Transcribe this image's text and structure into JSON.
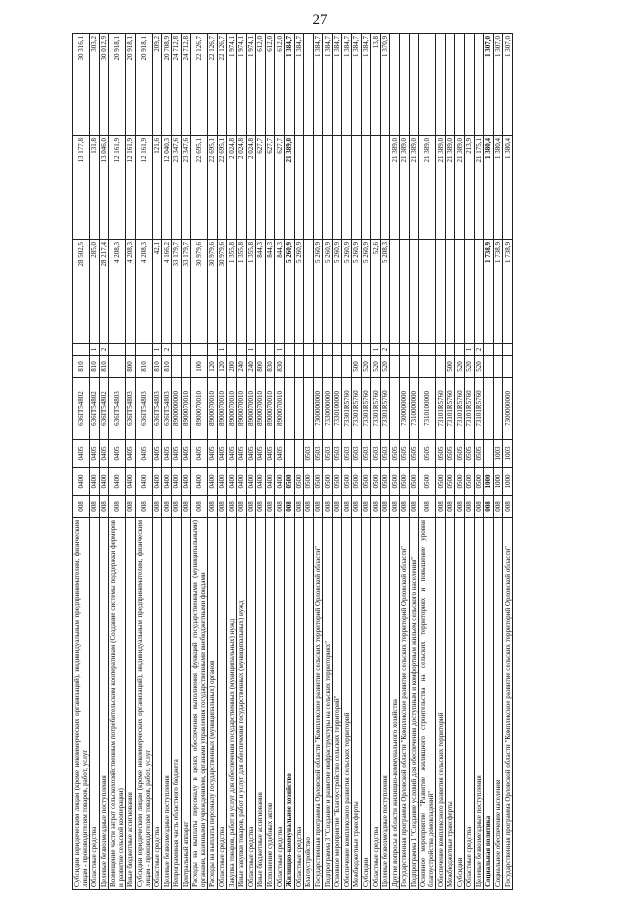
{
  "page_number": "27",
  "rows": [
    {
      "name": "Субсидии юридическим лицам (кроме некоммерческих организаций), индивидуальным предпринимателям, физическим лицам - производителям товаров, работ, услуг",
      "ved": "008",
      "rz": "0400",
      "pr": "0405",
      "csr": "636IТ54802",
      "vr": "810",
      "kosgu": "",
      "v1": "28 502,5",
      "v2": "13 177,8",
      "v3": "30 316,1",
      "bold": false
    },
    {
      "name": "Областные средства",
      "ved": "008",
      "rz": "0400",
      "pr": "0405",
      "csr": "636IТ54802",
      "vr": "810",
      "kosgu": "1",
      "v1": "285,0",
      "v2": "131,8",
      "v3": "303,2",
      "bold": false
    },
    {
      "name": "Целевые безвозмездные поступления",
      "ved": "008",
      "rz": "0400",
      "pr": "0405",
      "csr": "636IТ54802",
      "vr": "810",
      "kosgu": "2",
      "v1": "28 217,4",
      "v2": "13 046,0",
      "v3": "30 012,9",
      "bold": false
    },
    {
      "name": "Возмещение части затрат сельскохозяйственным потребительским кооперативам (Создание системы поддержки фермеров и развитие сельской кооперации)",
      "ved": "008",
      "rz": "0400",
      "pr": "0405",
      "csr": "636IТ54803",
      "vr": "",
      "kosgu": "",
      "v1": "4 208,3",
      "v2": "12 161,9",
      "v3": "20 918,1",
      "bold": false
    },
    {
      "name": "Иные бюджетные ассигнования",
      "ved": "008",
      "rz": "0400",
      "pr": "0405",
      "csr": "636IТ54803",
      "vr": "800",
      "kosgu": "",
      "v1": "4 208,3",
      "v2": "12 161,9",
      "v3": "20 918,1",
      "bold": false
    },
    {
      "name": "Субсидии юридическим лицам (кроме некоммерческих организаций), индивидуальным предпринимателям, физическим лицам - производителям товаров, работ, услуг",
      "ved": "008",
      "rz": "0400",
      "pr": "0405",
      "csr": "636IТ54803",
      "vr": "810",
      "kosgu": "",
      "v1": "4 208,3",
      "v2": "12 161,9",
      "v3": "20 918,1",
      "bold": false
    },
    {
      "name": "Областные средства",
      "ved": "008",
      "rz": "0400",
      "pr": "0405",
      "csr": "636IТ54803",
      "vr": "810",
      "kosgu": "1",
      "v1": "42,1",
      "v2": "121,6",
      "v3": "209,2",
      "bold": false
    },
    {
      "name": "Целевые безвозмездные поступления",
      "ved": "008",
      "rz": "0400",
      "pr": "0405",
      "csr": "636IТ54803",
      "vr": "810",
      "kosgu": "2",
      "v1": "4 166,2",
      "v2": "12 040,3",
      "v3": "20 708,9",
      "bold": false
    },
    {
      "name": "Непрограммная часть областного бюджета",
      "ved": "008",
      "rz": "0400",
      "pr": "0405",
      "csr": "8900000000",
      "vr": "",
      "kosgu": "",
      "v1": "33 179,7",
      "v2": "23 347,6",
      "v3": "24 712,8",
      "bold": false
    },
    {
      "name": "Центральный аппарат",
      "ved": "008",
      "rz": "0400",
      "pr": "0405",
      "csr": "8900070010",
      "vr": "",
      "kosgu": "",
      "v1": "33 179,7",
      "v2": "23 347,6",
      "v3": "24 712,8",
      "bold": false
    },
    {
      "name": "Расходы на выплаты персоналу в целях обеспечения выполнения функций государственными (муниципальными) органами, казенными учреждениями, органами управления государственными внебюджетными фондами",
      "ved": "008",
      "rz": "0400",
      "pr": "0405",
      "csr": "8900070010",
      "vr": "100",
      "kosgu": "",
      "v1": "30 979,6",
      "v2": "22 695,1",
      "v3": "22 126,7",
      "bold": false
    },
    {
      "name": "Расходы на выплаты персоналу государственных (муниципальных) органов",
      "ved": "008",
      "rz": "0400",
      "pr": "0405",
      "csr": "8900070010",
      "vr": "120",
      "kosgu": "",
      "v1": "30 979,6",
      "v2": "22 695,1",
      "v3": "22 126,7",
      "bold": false
    },
    {
      "name": "Областные средства",
      "ved": "008",
      "rz": "0400",
      "pr": "0405",
      "csr": "8900070010",
      "vr": "120",
      "kosgu": "1",
      "v1": "30 979,6",
      "v2": "22 695,1",
      "v3": "22 126,7",
      "bold": false
    },
    {
      "name": "Закупка товаров, работ и услуг для обеспечения государственных (муниципальных) нужд",
      "ved": "008",
      "rz": "0400",
      "pr": "0405",
      "csr": "8900070010",
      "vr": "200",
      "kosgu": "",
      "v1": "1 355,8",
      "v2": "2 024,8",
      "v3": "1 974,1",
      "bold": false
    },
    {
      "name": "Иные закупки товаров, работ и услуг для обеспечения государственных (муниципальных) нужд",
      "ved": "008",
      "rz": "0400",
      "pr": "0405",
      "csr": "8900070010",
      "vr": "240",
      "kosgu": "",
      "v1": "1 355,8",
      "v2": "2 024,8",
      "v3": "1 974,1",
      "bold": false
    },
    {
      "name": "Областные средства",
      "ved": "008",
      "rz": "0400",
      "pr": "0405",
      "csr": "8900070010",
      "vr": "240",
      "kosgu": "1",
      "v1": "1 355,8",
      "v2": "2 024,8",
      "v3": "1 974,1",
      "bold": false
    },
    {
      "name": "Иные бюджетные ассигнования",
      "ved": "008",
      "rz": "0400",
      "pr": "0405",
      "csr": "8900070010",
      "vr": "800",
      "kosgu": "",
      "v1": "844,3",
      "v2": "627,7",
      "v3": "612,0",
      "bold": false
    },
    {
      "name": "Исполнение судебных актов",
      "ved": "008",
      "rz": "0400",
      "pr": "0405",
      "csr": "8900070010",
      "vr": "830",
      "kosgu": "",
      "v1": "844,3",
      "v2": "627,7",
      "v3": "612,0",
      "bold": false
    },
    {
      "name": "Областные средства",
      "ved": "008",
      "rz": "0400",
      "pr": "0405",
      "csr": "8900070010",
      "vr": "830",
      "kosgu": "1",
      "v1": "844,3",
      "v2": "627,7",
      "v3": "612,0",
      "bold": false
    },
    {
      "name": "Жилищно-коммунальное хозяйство",
      "ved": "008",
      "rz": "0500",
      "pr": "",
      "csr": "",
      "vr": "",
      "kosgu": "",
      "v1": "5 260,9",
      "v2": "21 389,0",
      "v3": "1 384,7",
      "bold": true
    },
    {
      "name": "Областные средства",
      "ved": "008",
      "rz": "0500",
      "pr": "",
      "csr": "",
      "vr": "",
      "kosgu": "",
      "v1": "5 260,9",
      "v2": "",
      "v3": "1 384,7",
      "bold": false
    },
    {
      "name": "Благоустройство",
      "ved": "008",
      "rz": "0500",
      "pr": "0503",
      "csr": "",
      "vr": "",
      "kosgu": "",
      "v1": "",
      "v2": "",
      "v3": "",
      "bold": false
    },
    {
      "name": "Государственная программа Орловской области \"Комплексное развитие сельских территорий Орловской области\"",
      "ved": "008",
      "rz": "0500",
      "pr": "0503",
      "csr": "7300000000",
      "vr": "",
      "kosgu": "",
      "v1": "5 260,9",
      "v2": "",
      "v3": "1 384,7",
      "bold": false
    },
    {
      "name": "Подпрограмма 3 \"Создание и развитие инфраструктуры на сельских территориях\"",
      "ved": "008",
      "rz": "0500",
      "pr": "0503",
      "csr": "7330000000",
      "vr": "",
      "kosgu": "",
      "v1": "5 260,9",
      "v2": "",
      "v3": "1 384,7",
      "bold": false
    },
    {
      "name": "Основное мероприятие \"Благоустройство сельских территорий\"",
      "ved": "008",
      "rz": "0500",
      "pr": "0503",
      "csr": "7330100000",
      "vr": "",
      "kosgu": "",
      "v1": "5 260,9",
      "v2": "",
      "v3": "1 384,7",
      "bold": false
    },
    {
      "name": "Обеспечение комплексного развития сельских территорий",
      "ved": "008",
      "rz": "0500",
      "pr": "0503",
      "csr": "73301R5760",
      "vr": "",
      "kosgu": "",
      "v1": "5 260,9",
      "v2": "",
      "v3": "1 384,7",
      "bold": false
    },
    {
      "name": "Межбюджетные трансферты",
      "ved": "008",
      "rz": "0500",
      "pr": "0503",
      "csr": "73301R5760",
      "vr": "500",
      "kosgu": "",
      "v1": "5 260,9",
      "v2": "",
      "v3": "1 384,7",
      "bold": false
    },
    {
      "name": "Субсидии",
      "ved": "008",
      "rz": "0500",
      "pr": "0503",
      "csr": "73301R5760",
      "vr": "520",
      "kosgu": "",
      "v1": "5 260,9",
      "v2": "",
      "v3": "1 384,7",
      "bold": false
    },
    {
      "name": "Областные средства",
      "ved": "008",
      "rz": "0500",
      "pr": "0503",
      "csr": "73301R5760",
      "vr": "520",
      "kosgu": "1",
      "v1": "52,6",
      "v2": "",
      "v3": "13,8",
      "bold": false
    },
    {
      "name": "Целевые безвозмездные поступления",
      "ved": "008",
      "rz": "0500",
      "pr": "0503",
      "csr": "73301R5760",
      "vr": "520",
      "kosgu": "2",
      "v1": "5 208,3",
      "v2": "",
      "v3": "1 370,9",
      "bold": false
    },
    {
      "name": "Другие вопросы в области жилищно-коммунального хозяйства",
      "ved": "008",
      "rz": "0500",
      "pr": "0505",
      "csr": "",
      "vr": "",
      "kosgu": "",
      "v1": "",
      "v2": "21 389,0",
      "v3": "",
      "bold": false
    },
    {
      "name": "Государственная программа Орловской области \"Комплексное развитие сельских территорий Орловской области\"",
      "ved": "008",
      "rz": "0500",
      "pr": "0505",
      "csr": "7300000000",
      "vr": "",
      "kosgu": "",
      "v1": "",
      "v2": "21 389,0",
      "v3": "",
      "bold": false
    },
    {
      "name": "Подпрограмма 1 \"Создание условий для обеспечения доступным и комфортным жильем сельского населения\"",
      "ved": "008",
      "rz": "0500",
      "pr": "0505",
      "csr": "7310000000",
      "vr": "",
      "kosgu": "",
      "v1": "",
      "v2": "21 389,0",
      "v3": "",
      "bold": false
    },
    {
      "name": "Основное мероприятие \"Развитие жилищного строительства на сельских территориях и повышение уровня благоустройства домовладений\"",
      "ved": "008",
      "rz": "0500",
      "pr": "0505",
      "csr": "7310100000",
      "vr": "",
      "kosgu": "",
      "v1": "",
      "v2": "21 389,0",
      "v3": "",
      "bold": false
    },
    {
      "name": "Обеспечение комплексного развития сельских территорий",
      "ved": "008",
      "rz": "0500",
      "pr": "0505",
      "csr": "73101R5760",
      "vr": "",
      "kosgu": "",
      "v1": "",
      "v2": "21 389,0",
      "v3": "",
      "bold": false
    },
    {
      "name": "Межбюджетные трансферты",
      "ved": "008",
      "rz": "0500",
      "pr": "0505",
      "csr": "73101R5760",
      "vr": "500",
      "kosgu": "",
      "v1": "",
      "v2": "21 389,0",
      "v3": "",
      "bold": false
    },
    {
      "name": "Субсидии",
      "ved": "008",
      "rz": "0500",
      "pr": "0505",
      "csr": "73101R5760",
      "vr": "520",
      "kosgu": "",
      "v1": "",
      "v2": "21 389,0",
      "v3": "",
      "bold": false
    },
    {
      "name": "Областные средства",
      "ved": "008",
      "rz": "0500",
      "pr": "0505",
      "csr": "73101R5760",
      "vr": "520",
      "kosgu": "1",
      "v1": "",
      "v2": "213,9",
      "v3": "",
      "bold": false
    },
    {
      "name": "Целевые безвозмездные поступления",
      "ved": "008",
      "rz": "0500",
      "pr": "0505",
      "csr": "73101R5760",
      "vr": "520",
      "kosgu": "2",
      "v1": "",
      "v2": "21 175,1",
      "v3": "",
      "bold": false
    },
    {
      "name": "Социальная политика",
      "ved": "008",
      "rz": "1000",
      "pr": "",
      "csr": "",
      "vr": "",
      "kosgu": "",
      "v1": "1 738,9",
      "v2": "1 380,4",
      "v3": "1 307,0",
      "bold": true
    },
    {
      "name": "Социальное обеспечение населения",
      "ved": "008",
      "rz": "1000",
      "pr": "1003",
      "csr": "",
      "vr": "",
      "kosgu": "",
      "v1": "1 738,9",
      "v2": "1 380,4",
      "v3": "1 307,0",
      "bold": false
    },
    {
      "name": "Государственная программа Орловской области \"Комплексное развитие сельских территорий Орловской области\"",
      "ved": "008",
      "rz": "1000",
      "pr": "1003",
      "csr": "7300000000",
      "vr": "",
      "kosgu": "",
      "v1": "1 738,9",
      "v2": "1 380,4",
      "v3": "1 307,0",
      "bold": false
    }
  ]
}
